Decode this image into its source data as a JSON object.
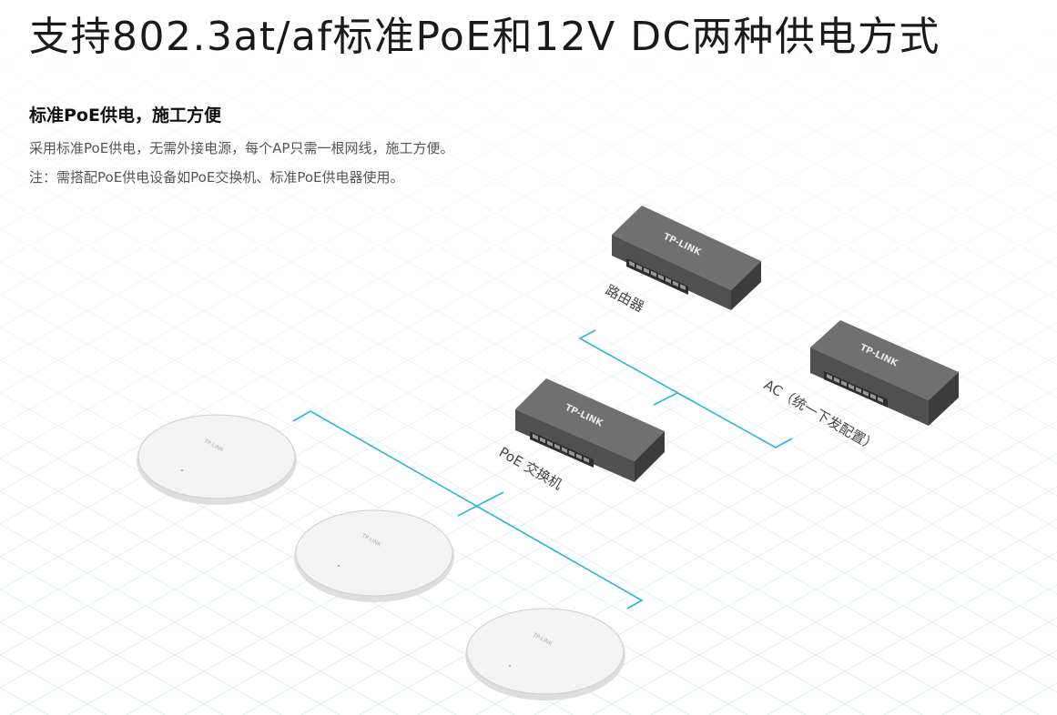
{
  "header": {
    "title": "支持802.3at/af标准PoE和12V DC两种供电方式"
  },
  "section": {
    "subtitle": "标准PoE供电，施工方便",
    "lines": [
      "采用标准PoE供电，无需外接电源，每个AP只需一根网线，施工方便。",
      "注：需搭配PoE供电设备如PoE交换机、标准PoE供电器使用。"
    ]
  },
  "diagram": {
    "devices": {
      "router": {
        "label": "路由器",
        "brand": "TP-LINK"
      },
      "ac": {
        "label": "AC（统一下发配置）",
        "brand": "TP-LINK"
      },
      "poe_switch": {
        "label": "PoE 交换机",
        "brand": "TP-LINK"
      },
      "access_points": [
        {
          "brand": "TP-LINK"
        },
        {
          "brand": "TP-LINK"
        },
        {
          "brand": "TP-LINK"
        }
      ]
    },
    "colors": {
      "cable": "#2bb3e0",
      "grid": "#cfe8ef",
      "device_top": "#6d6d6d",
      "device_side": "#4a4a4a",
      "ap_body": "#f2f2f2"
    }
  }
}
